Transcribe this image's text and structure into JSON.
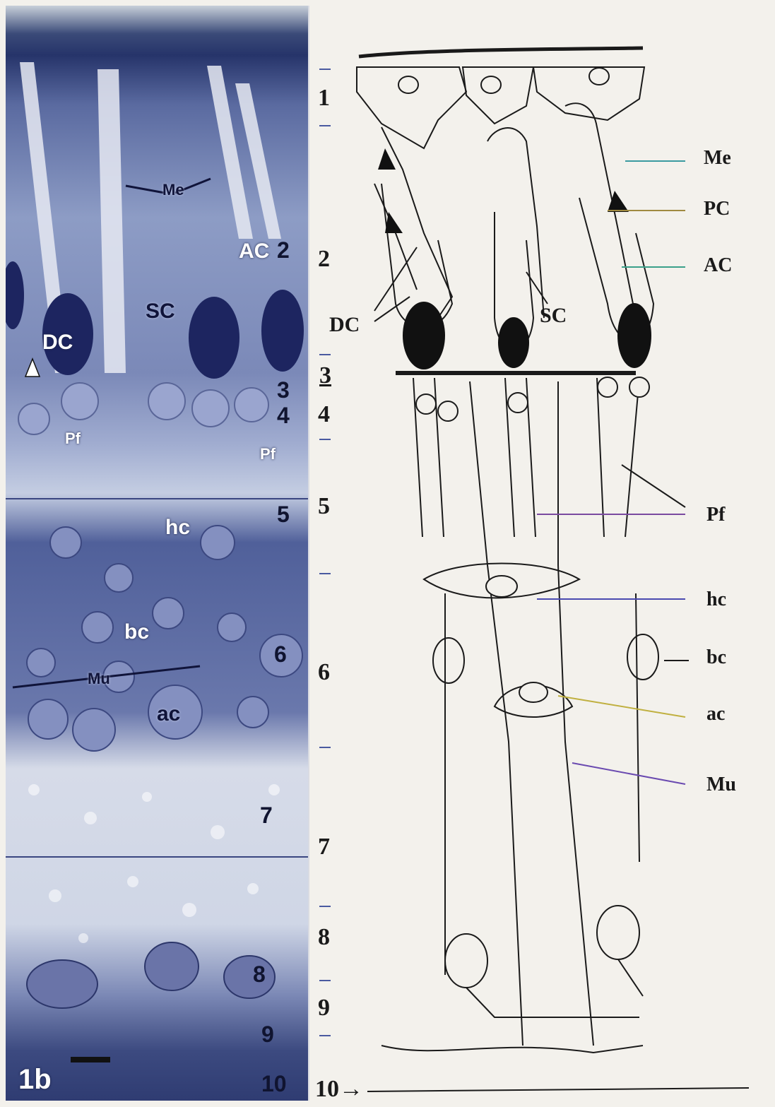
{
  "micrograph": {
    "figure_label": "1b",
    "labels": {
      "me": "Me",
      "ac_upper": "AC",
      "sc": "SC",
      "dc": "DC",
      "pf_left": "Pf",
      "pf_right": "Pf",
      "hc": "hc",
      "bc": "bc",
      "mu": "Mu",
      "ac_lower": "ac"
    },
    "layer_numbers": [
      "2",
      "3",
      "4",
      "5",
      "6",
      "7",
      "8",
      "9",
      "10"
    ]
  },
  "layer_numbers": [
    "1",
    "2",
    "3",
    "4",
    "5",
    "6",
    "7",
    "8",
    "9",
    "10"
  ],
  "arrow_glyph": "→",
  "drawing_labels": {
    "dc": "DC",
    "sc": "SC"
  },
  "callouts": {
    "me": "Me",
    "pc": "PC",
    "ac": "AC",
    "pf": "Pf",
    "hc": "hc",
    "bc": "bc",
    "ac_lower": "ac",
    "mu": "Mu"
  },
  "colors": {
    "stain_dark": "#26346a",
    "stain_mid": "#7b89b8",
    "ink": "#1a1a1a",
    "leader_me": "#3a9aa0",
    "leader_pc": "#a08a40",
    "leader_ac": "#3aa08a",
    "leader_pf": "#7a4aa0",
    "leader_hc": "#4a4ab0",
    "leader_ac_lower": "#c0b040",
    "leader_mu": "#6a4ab0"
  }
}
